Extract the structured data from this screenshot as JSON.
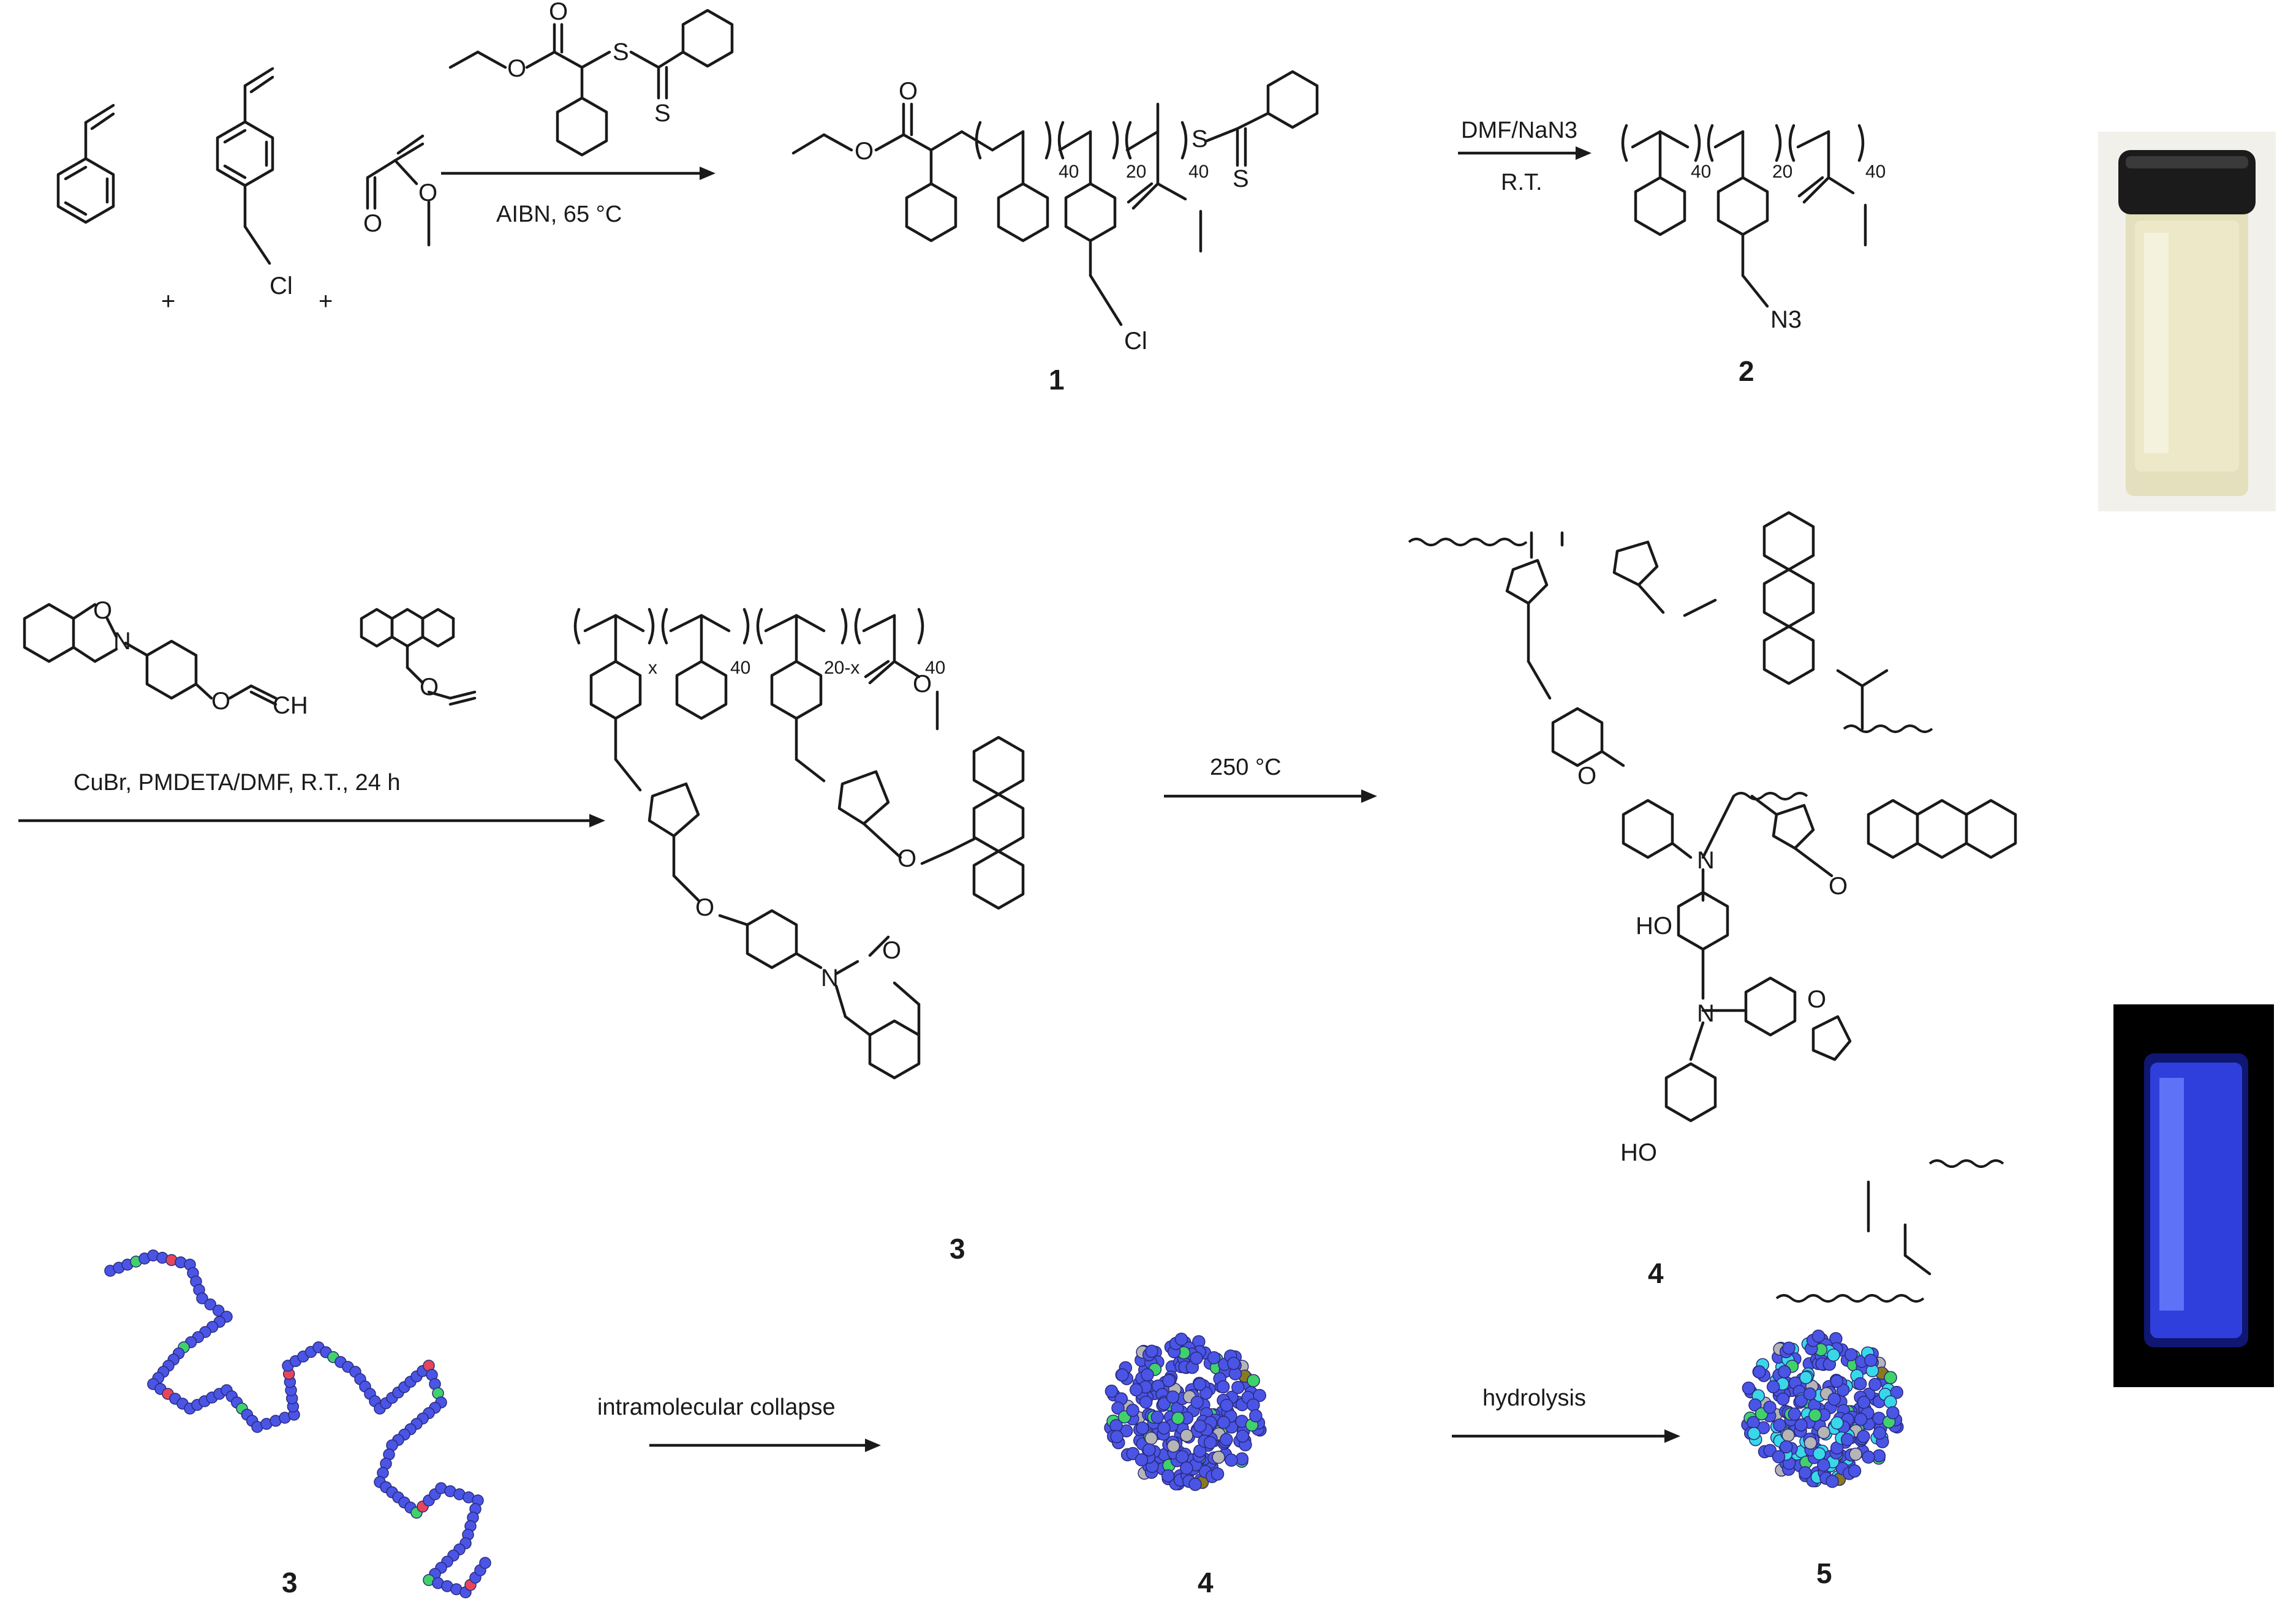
{
  "step1": {
    "reagent_condition": "AIBN, 65 °C",
    "plus_signs": [
      "+",
      "+"
    ],
    "cl_label_monomer": "Cl",
    "o_label": "O",
    "s_label": "S"
  },
  "compound1": {
    "label": "1",
    "subscripts": [
      "40",
      "20",
      "40"
    ],
    "cl_label": "Cl",
    "s_label": "S"
  },
  "step2": {
    "reagent_top": "DMF/NaN3",
    "reagent_bottom": "R.T."
  },
  "compound2": {
    "label": "2",
    "subscripts": [
      "40",
      "20",
      "40"
    ],
    "azide_label": "N3"
  },
  "step3": {
    "reagent": "CuBr, PMDETA/DMF, R.T., 24 h",
    "alkyne_label": "CH",
    "n_label": "N",
    "o_label": "O"
  },
  "compound3": {
    "label": "3",
    "subscripts": [
      "x",
      "40",
      "20-x",
      "40"
    ]
  },
  "step4": {
    "condition": "250 °C"
  },
  "compound4": {
    "label": "4",
    "ho_labels": [
      "HO",
      "HO"
    ]
  },
  "bottom": {
    "left_label": "3",
    "middle_label": "4",
    "right_label": "5",
    "arrow1_text": "intramolecular collapse",
    "arrow2_text": "hydrolysis"
  },
  "photos": {
    "vial_daylight": "vial-photo-daylight",
    "vial_uv": "vial-photo-uv",
    "uv_glow_color": "#3a4dff",
    "daylight_liquid_color": "#ece8c8",
    "cap_color": "#1b1b1b"
  },
  "colors": {
    "chain_blue": "#4a55e6",
    "chain_red": "#e5465a",
    "chain_green": "#3fd26a",
    "chain_cyan": "#39d8e8",
    "chain_gray": "#b5b5b5",
    "chain_olive": "#8a7a1e"
  }
}
